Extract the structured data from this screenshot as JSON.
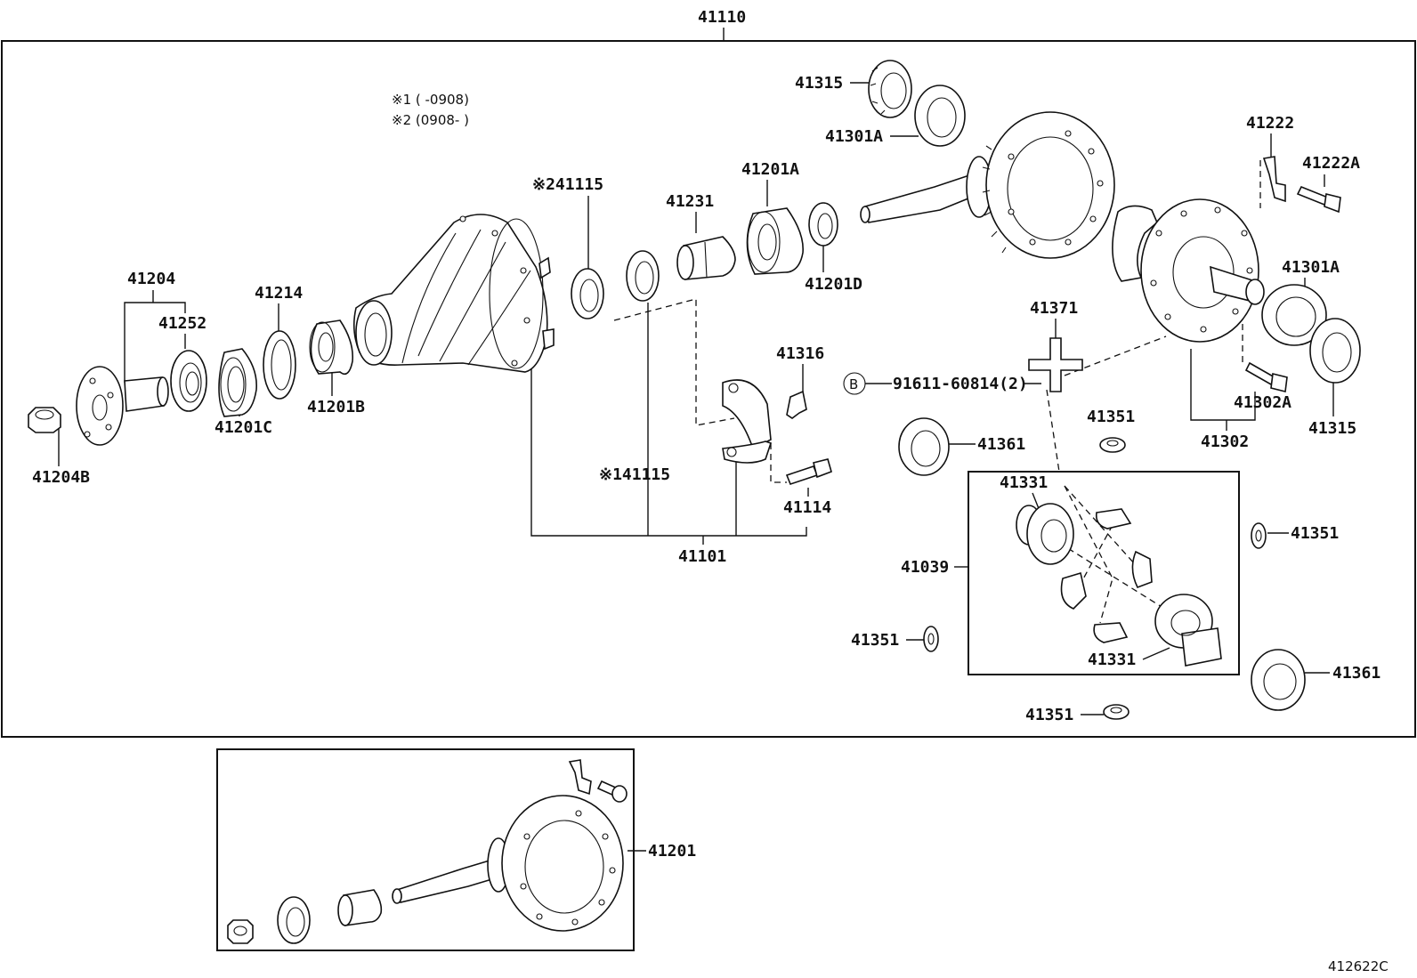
{
  "labels": {
    "p41110": "41110",
    "p41315_top": "41315",
    "p41301A_top": "41301A",
    "p41222": "41222",
    "p41222A": "41222A",
    "p41201A": "41201A",
    "p41231": "41231",
    "p41115_2": "※241115",
    "p41204": "41204",
    "p41252": "41252",
    "p41214": "41214",
    "p41201D": "41201D",
    "p41301A_right": "41301A",
    "p41371": "41371",
    "p41316": "41316",
    "p41201B": "41201B",
    "p41201C": "41201C",
    "p41204B": "41204B",
    "p91611": "91611-60814(2)",
    "p41302A": "41302A",
    "p41315_right": "41315",
    "p41351_a": "41351",
    "p41302": "41302",
    "p41361_a": "41361",
    "p41115_1": "※141115",
    "p41114": "41114",
    "p41331_a": "41331",
    "p41351_b": "41351",
    "p41101": "41101",
    "p41039": "41039",
    "p41351_c": "41351",
    "p41331_b": "41331",
    "p41361_b": "41361",
    "p41351_d": "41351",
    "p41201": "41201"
  },
  "notes": {
    "note1": "※1 (     -0908)",
    "note2": "※2 (0908-     )"
  },
  "badge": "B",
  "diagram_code": "412622C"
}
